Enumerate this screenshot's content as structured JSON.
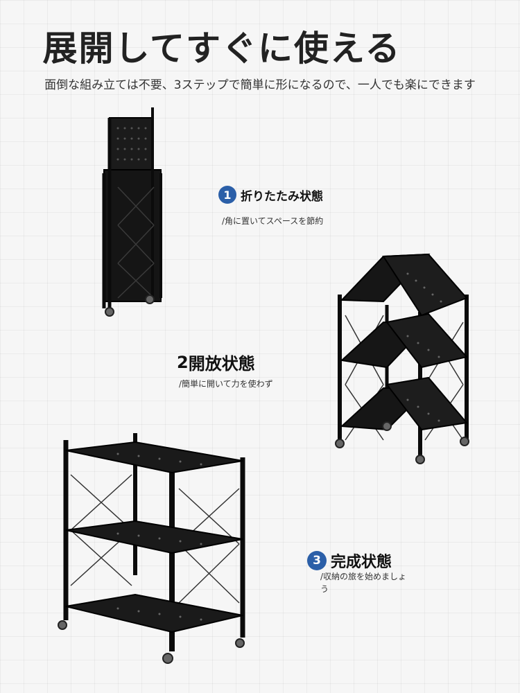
{
  "header": {
    "title": "展開してすぐに使える",
    "subtitle": "面倒な組み立ては不要、3ステップで簡単に形になるので、一人でも楽にできます"
  },
  "steps": [
    {
      "number": "1",
      "title": "折りたたみ状態",
      "description": "/角に置いてスペースを節約"
    },
    {
      "number": "2",
      "title": "開放状態",
      "description": "/簡単に開いて力を使わず"
    },
    {
      "number": "3",
      "title": "完成状態",
      "description": "/収納の旅を始めましょう"
    }
  ],
  "colors": {
    "badge": "#2b5fa8",
    "rack": "#111111"
  }
}
